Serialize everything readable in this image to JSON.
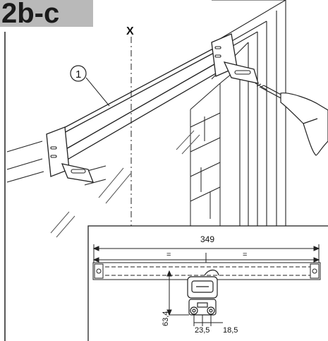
{
  "step_label": "2b-c",
  "axis_label": "X",
  "callout_number": "1",
  "detail": {
    "width": "349",
    "equal_left": "=",
    "equal_right": "=",
    "height": "63,4",
    "spacing_a": "23,5",
    "spacing_b": "18,5"
  }
}
